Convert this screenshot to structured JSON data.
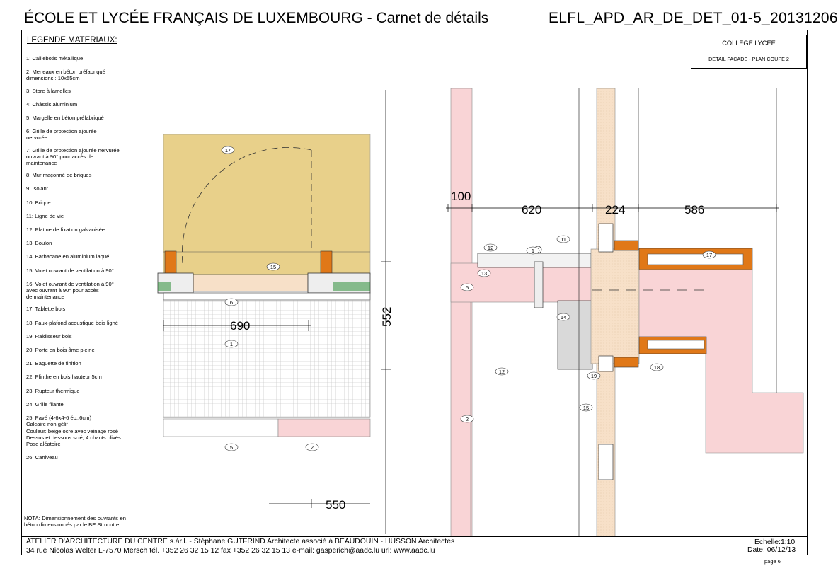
{
  "header": {
    "title": "ÉCOLE ET LYCÉE FRANÇAIS DE LUXEMBOURG - Carnet de détails",
    "code": "ELFL_APD_AR_DE_DET_01-5_20131206"
  },
  "label_box": {
    "title": "COLLEGE LYCEE",
    "subtitle": "DETAIL FACADE - PLAN COUPE 2"
  },
  "legend": {
    "title": "LEGENDE MATERIAUX:",
    "items": [
      "1:  Caillebotis métallique",
      "2:  Meneaux en béton préfabriqué\n       dimensions : 10x55cm",
      "3:  Store à lamelles",
      "4:  Châssis aluminium",
      "5:  Margelle en béton préfabriqué",
      "6:  Grille de protection ajourée\n       nervurée",
      "7:  Grille de protection ajourée nervurée\n       ouvrant à 90° pour accès de\n       maintenance",
      "8:  Mur maçonné de briques",
      "9:  Isolant",
      "10:  Brique",
      "11:  Ligne de vie",
      "12:  Platine de fixation galvanisée",
      "13:  Boulon",
      "14:  Barbacane en aluminium laqué",
      "15:  Volet ouvrant de ventilation à 90°",
      "16:  Volet ouvrant de ventilation à 90°\n       avec ouvrant à 90° pour accès\n       de maintenance",
      "17:  Tablette bois",
      "18:  Faux-plafond acoustique bois ligné",
      "19:  Raidisseur bois",
      "20:  Porte en bois âme pleine",
      "21:  Baguette de finition",
      "22:  Plinthe en bois hauteur 5cm",
      "23:  Rupteur thermique",
      "24:  Grille filante",
      "25:  Pavé (4-6x4-6 ép.:6cm)\nCalcaire non gélif\nCouleur: beige ocre avec veinage rosé\nDessus et dessous scié, 4 chants clivés\nPose aléatoire",
      "26:  Caniveau"
    ],
    "note": "NOTA: Dimensionnement des ouvrants en béton dimensionnés par le BE Strucutre"
  },
  "footer": {
    "line1": "ATELIER D'ARCHITECTURE DU CENTRE s.àr.l. - Stéphane GUTFRIND Architecte associé à BEAUDOUIN - HUSSON Architectes",
    "line2": "34 rue Nicolas Welter   L-7570 Mersch   tél. +352 26 32 15 12   fax +352 26 32 15 13   e-mail: gasperich@aadc.lu   url: www.aadc.lu",
    "scale": "Echelle:1:10",
    "date": "Date: 06/12/13",
    "page": "page 6"
  },
  "dimensions": {
    "plan_width": "690",
    "plan_depth": "550",
    "plan_height": "552",
    "section_a": "100",
    "section_b": "620",
    "section_c": "224",
    "section_d": "586"
  },
  "tags": {
    "t1": "1",
    "t2": "2",
    "t5": "5",
    "t6": "6",
    "t11": "11",
    "t12": "12",
    "t13": "13",
    "t14": "14",
    "t15": "15",
    "t17": "17",
    "t18": "18",
    "t19": "19"
  },
  "colors": {
    "wood": "#e8d08a",
    "orange": "#e07818",
    "pink": "#f9d4d6",
    "insulation": "#f7e0c8",
    "grey": "#d9d9d9"
  }
}
